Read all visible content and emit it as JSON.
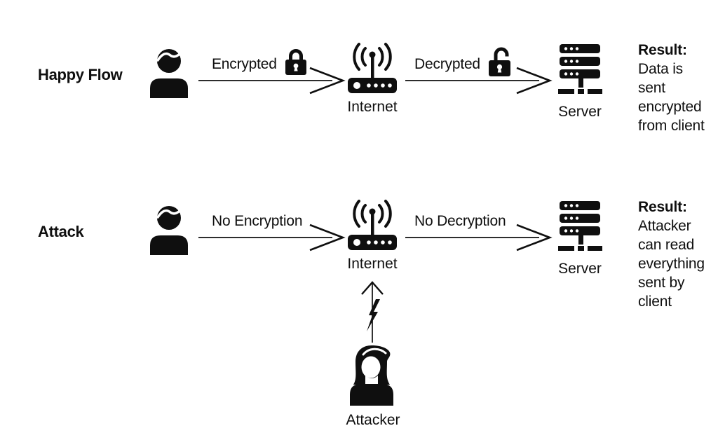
{
  "colors": {
    "ink": "#0f0f0f",
    "background": "#ffffff"
  },
  "rows": [
    {
      "label": "Happy Flow",
      "client_arrow_label": "Encrypted",
      "server_arrow_label": "Decrypted",
      "internet_label": "Internet",
      "server_label": "Server",
      "result_title": "Result:",
      "result_body": "Data is\nsent\nencrypted\nfrom client",
      "icons": {
        "client": "person-icon",
        "client_arrow": "padlock-closed-icon",
        "server_arrow": "padlock-open-icon",
        "internet": "wifi-router-icon",
        "server": "server-stack-icon"
      }
    },
    {
      "label": "Attack",
      "client_arrow_label": "No Encryption",
      "server_arrow_label": "No Decryption",
      "internet_label": "Internet",
      "server_label": "Server",
      "result_title": "Result:",
      "result_body": "Attacker\ncan read\neverything\nsent by\nclient",
      "icons": {
        "client": "person-icon",
        "internet": "wifi-router-icon",
        "server": "server-stack-icon"
      }
    }
  ],
  "attacker": {
    "label": "Attacker",
    "icons": {
      "attacker": "woman-icon",
      "attack_vector": "lightning-bolt-up-arrow-icon"
    }
  }
}
